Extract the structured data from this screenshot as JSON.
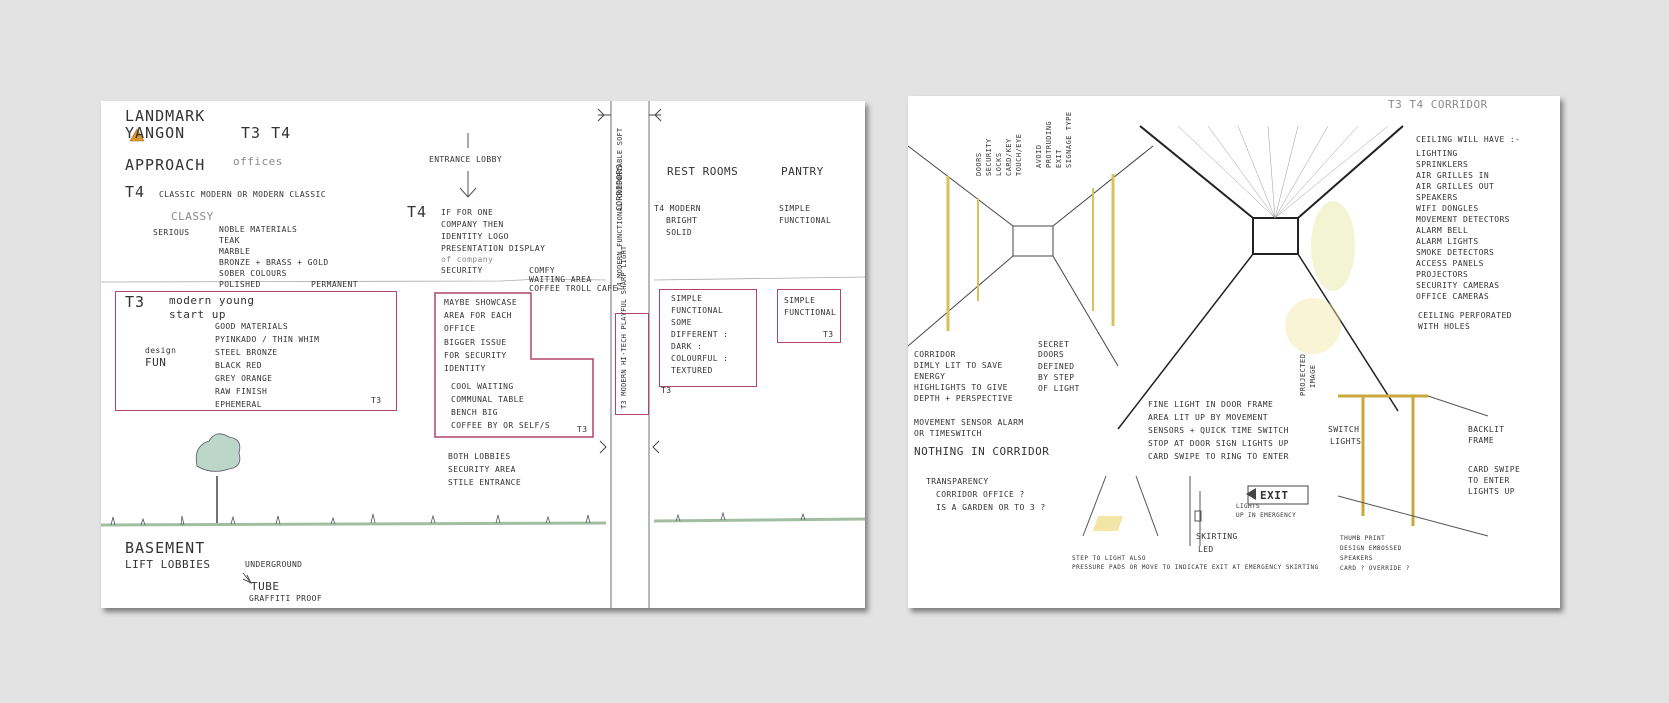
{
  "left_sheet": {
    "title_line1": "LANDMARK",
    "title_line2": "YANGON",
    "title_tags": "T3  T4",
    "approach": "APPROACH",
    "offices": "offices",
    "t4_header": "T4",
    "t4_style": "CLASSIC MODERN OR MODERN CLASSIC",
    "classy": "CLASSY",
    "serious": "SERIOUS",
    "materials": [
      "NOBLE MATERIALS",
      "TEAK",
      "MARBLE",
      "BRONZE + BRASS + GOLD",
      "SOBER COLOURS",
      "POLISHED",
      "PERMANENT"
    ],
    "t3_header": "T3",
    "t3_tagline_1": "modern young",
    "t3_tagline_2": "start up",
    "t3_materials": [
      "GOOD MATERIALS",
      "PYINKADO / THIN WHIM",
      "STEEL   BRONZE",
      "BLACK   RED",
      "GREY   ORANGE",
      "RAW FINISH",
      "EPHEMERAL"
    ],
    "design_label": "design",
    "fun": "FUN",
    "t3_box_tag": "T3",
    "entrance_lobby": "ENTRANCE LOBBY",
    "t4_lobby_header": "T4",
    "t4_lobby_notes": [
      "IF FOR ONE",
      "COMPANY THEN",
      "IDENTITY LOGO",
      "PRESENTATION DISPLAY",
      "of company",
      "SECURITY"
    ],
    "comfy": "COMFY",
    "waiting_area": "WAITING AREA",
    "coffee_trolley": "COFFEE TROLL CAFE",
    "lobby_box_notes": [
      "MAYBE SHOWCASE",
      "AREA FOR EACH",
      "OFFICE",
      "BIGGER ISSUE",
      "FOR SECURITY",
      "IDENTITY",
      "COOL WAITING",
      "COMMUNAL TABLE",
      "BENCH BIG",
      "COFFEE BY OR SELF/S"
    ],
    "lobby_box_tag": "T3",
    "both_lobbies": [
      "BOTH LOBBIES",
      "SECURITY AREA",
      "STILE ENTRANCE"
    ],
    "corridors": "CORRIDORS",
    "corridor_t4": "T4 MODERN FUNCTIONAL COMFORTABLE SOFT",
    "corridor_t3": "T3 MODERN HI-TECH PLAYFUL SHARP LIGHT",
    "rest_rooms": "REST ROOMS",
    "pantry": "PANTRY",
    "restroom_t4": [
      "T4 MODERN",
      "BRIGHT",
      "SOLID"
    ],
    "pantry_t4": [
      "SIMPLE",
      "FUNCTIONAL"
    ],
    "restroom_box": [
      "SIMPLE",
      "FUNCTIONAL",
      "SOME",
      "DIFFERENT :",
      "DARK :",
      "COLOURFUL :",
      "TEXTURED"
    ],
    "restroom_box_tag": "T3",
    "pantry_box": [
      "SIMPLE",
      "FUNCTIONAL"
    ],
    "pantry_box_tag": "T3",
    "basement": "BASEMENT",
    "lift_lobbies": "LIFT LOBBIES",
    "underground": "UNDERGROUND",
    "tube": "TUBE",
    "graffiti_proof": "GRAFFITI PROOF"
  },
  "right_sheet": {
    "title": "T3  T4 CORRIDOR",
    "ceiling_heading": "CEILING WILL HAVE :-",
    "ceiling_items": [
      "LIGHTING",
      "SPRINKLERS",
      "AIR GRILLES IN",
      "AIR GRILLES OUT",
      "SPEAKERS",
      "WIFI DONGLES",
      "MOVEMENT DETECTORS",
      "ALARM BELL",
      "ALARM LIGHTS",
      "SMOKE DETECTORS",
      "ACCESS PANELS",
      "PROJECTORS",
      "SECURITY CAMERAS",
      "OFFICE CAMERAS"
    ],
    "ceiling_note": [
      "CEILING PERFORATED",
      "WITH HOLES"
    ],
    "door_notes": [
      "DOORS",
      "SECURITY",
      "LOCKS",
      "CARD/KEY",
      "TOUCH/EYE"
    ],
    "door_notes_2": [
      "AVOID",
      "PROTRUDING",
      "EXIT",
      "SIGNAGE TYPE"
    ],
    "corridor_notes": [
      "CORRIDOR",
      "DIMLY LIT TO SAVE",
      "ENERGY",
      "HIGHLIGHTS TO GIVE",
      "DEPTH + PERSPECTIVE"
    ],
    "secret_doors": [
      "SECRET",
      "DOORS",
      "DEFINED",
      "BY STEP",
      "OF LIGHT"
    ],
    "movement": [
      "MOVEMENT SENSOR ALARM",
      "OR TIMESWITCH"
    ],
    "nothing": "NOTHING IN CORRIDOR",
    "transparency": [
      "TRANSPARENCY",
      "CORRIDOR OFFICE ?",
      "IS A GARDEN OR TO 3 ?"
    ],
    "fine_light": [
      "FINE LIGHT IN DOOR FRAME",
      "AREA LIT UP BY MOVEMENT",
      "SENSORS + QUICK TIME SWITCH",
      "STOP AT DOOR SIGN LIGHTS UP",
      "CARD SWIPE TO RING TO ENTER"
    ],
    "projected_image": [
      "PROJECTED",
      "IMAGE"
    ],
    "switch_label": "SWITCH",
    "lights_label": "LIGHTS",
    "exit_sign": "EXIT",
    "lights_emergency": [
      "LIGHTS",
      "UP IN EMERGENCY"
    ],
    "backlit": [
      "BACKLIT",
      "FRAME"
    ],
    "card_swipe": [
      "CARD SWIPE",
      "TO ENTER",
      "LIGHTS UP"
    ],
    "skirting": [
      "SKIRTING",
      "LED"
    ],
    "step_to_light": [
      "STEP TO LIGHT   ALSO",
      "PRESSURE PADS  OR  MOVE TO INDICATE EXIT   AT EMERGENCY SKIRTING"
    ],
    "thumb_print": [
      "THUMB PRINT",
      "DESIGN EMBOSSED",
      "SPEAKERS",
      "CARD ? OVERRIDE ?"
    ]
  }
}
